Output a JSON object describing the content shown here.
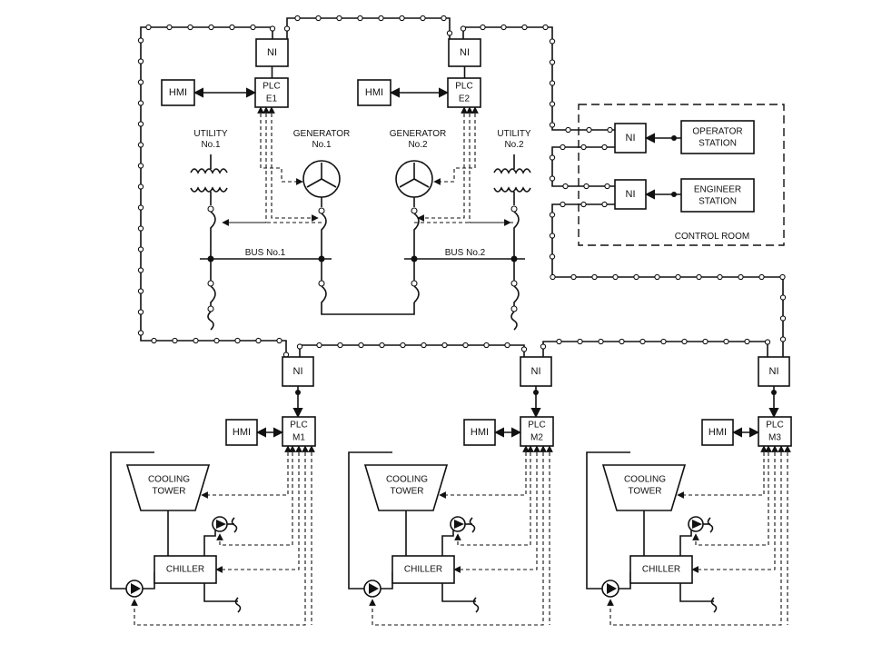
{
  "labels": {
    "ni": "NI",
    "hmi": "HMI",
    "plc": "PLC",
    "plc_e1_id": "E1",
    "plc_e2_id": "E2",
    "plc_m1_id": "M1",
    "plc_m2_id": "M2",
    "plc_m3_id": "M3",
    "utility": "UTILITY",
    "utility_1_no": "No.1",
    "utility_2_no": "No.2",
    "generator": "GENERATOR",
    "generator_1_no": "No.1",
    "generator_2_no": "No.2",
    "bus_1": "BUS  No.1",
    "bus_2": "BUS  No.2",
    "operator_line1": "OPERATOR",
    "operator_line2": "STATION",
    "engineer_line1": "ENGINEER",
    "engineer_line2": "STATION",
    "control_room": "CONTROL  ROOM",
    "cooling_line1": "COOLING",
    "cooling_line2": "TOWER",
    "chiller": "CHILLER"
  }
}
